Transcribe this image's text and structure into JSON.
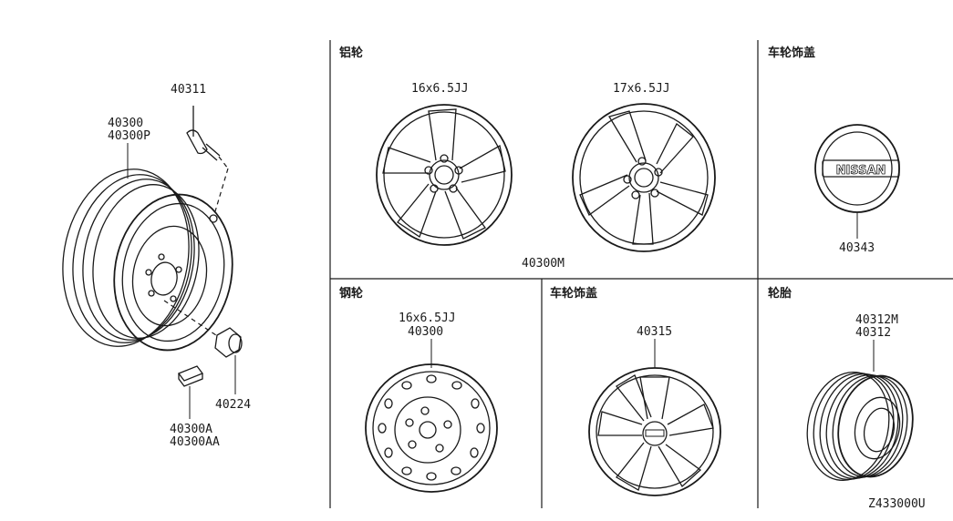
{
  "sections": {
    "alloy_wheel": "铝轮",
    "cap_top": "车轮饰盖",
    "steel_wheel": "钢轮",
    "wheel_cover": "车轮饰盖",
    "tire": "轮胎"
  },
  "labels": {
    "valve": "40311",
    "wheel_a": "40300",
    "wheel_b": "40300P",
    "nut": "40224",
    "weight_a": "40300A",
    "weight_b": "40300AA",
    "alloy_16_size": "16x6.5JJ",
    "alloy_17_size": "17x6.5JJ",
    "alloy_part": "40300M",
    "center_cap": "40343",
    "steel_size": "16x6.5JJ",
    "steel_part": "40300",
    "cover_part": "40315",
    "tire_a": "40312M",
    "tire_b": "40312",
    "diagram_id": "Z433000U"
  },
  "logo_text": "NISSAN"
}
